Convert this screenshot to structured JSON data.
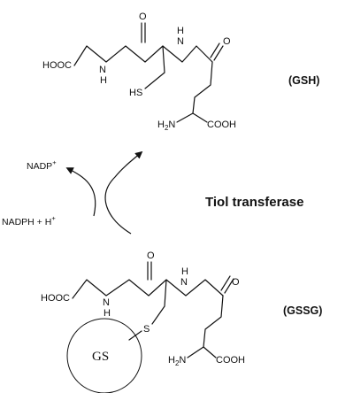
{
  "gsh": {
    "label": "(GSH)",
    "hooc": "HOOC",
    "carbonyl_o1": "O",
    "amide_nh1_n": "N",
    "amide_nh1_h": "H",
    "amide_nh2_h": "H",
    "amide_nh2_n": "N",
    "carbonyl_o2": "O",
    "thiol": "HS",
    "amine_h2": "H",
    "amine_sub": "2",
    "amine_n": "N",
    "cooh": "COOH"
  },
  "reaction": {
    "nadp_text": "NADP",
    "nadp_sup": "+",
    "nadph_text": "NADPH + H",
    "nadph_sup": "+",
    "enzyme": "Tiol transferase"
  },
  "gssg": {
    "label": "(GSSG)",
    "hooc": "HOOC",
    "carbonyl_o1": "O",
    "amide_nh1_n": "N",
    "amide_nh1_h": "H",
    "amide_nh2_h": "H",
    "amide_nh2_n": "N",
    "carbonyl_o2": "O",
    "sulfur": "S",
    "amine_h2": "H",
    "amine_sub": "2",
    "amine_n": "N",
    "cooh": "COOH",
    "gs_group": "GS"
  }
}
